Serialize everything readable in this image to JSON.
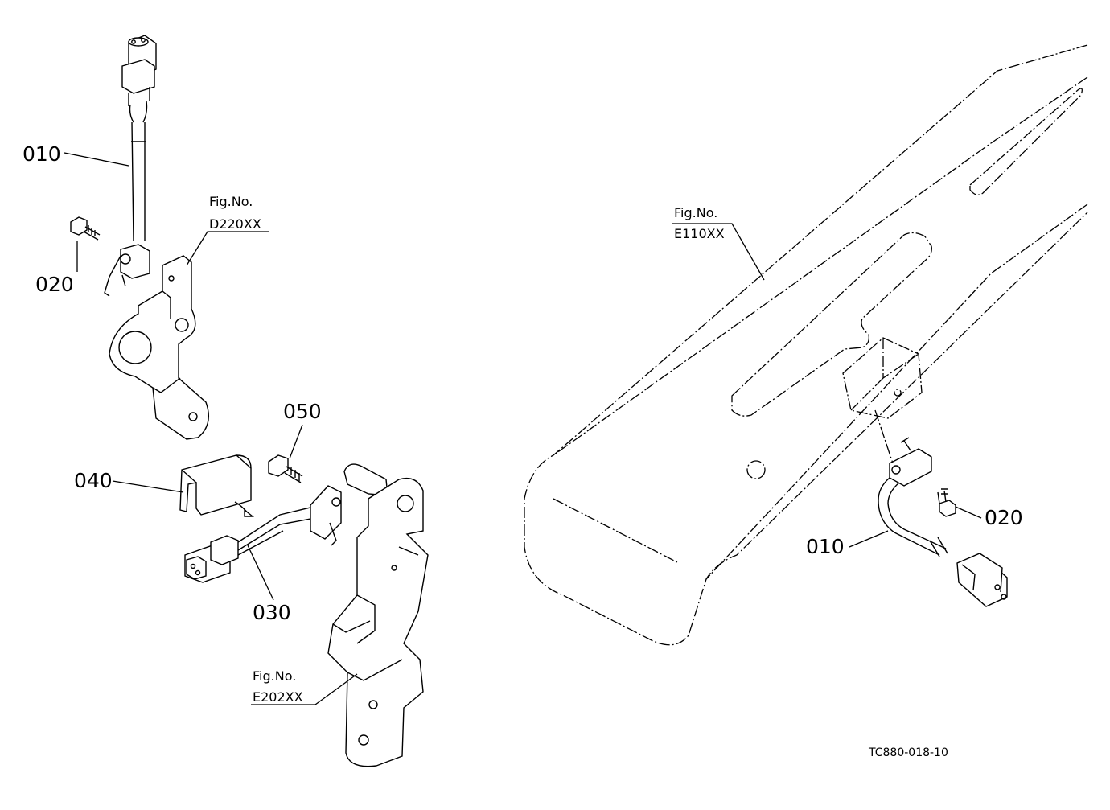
{
  "callouts": {
    "left_010": "010",
    "left_020": "020",
    "c030": "030",
    "c040": "040",
    "c050": "050",
    "right_010": "010",
    "right_020": "020"
  },
  "fig_refs": {
    "d220": {
      "line1": "Fig.No.",
      "line2": "D220XX"
    },
    "e202": {
      "line1": "Fig.No.",
      "line2": "E202XX"
    },
    "e110": {
      "line1": "Fig.No.",
      "line2": "E110XX"
    }
  },
  "drawing_code": "TC880-018-10"
}
